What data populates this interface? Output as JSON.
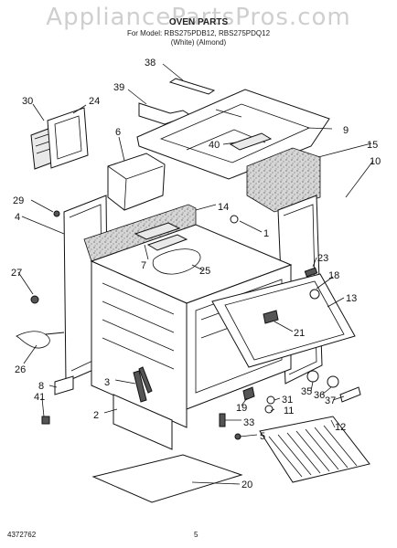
{
  "watermark": "AppliancePartsPros.com",
  "header": {
    "title": "OVEN PARTS",
    "models_line": "For Model: RBS275PDB12, RBS275PDQ12",
    "colors_line": "(White)    (Almond)"
  },
  "callouts": [
    {
      "id": "c1",
      "label": "1"
    },
    {
      "id": "c2",
      "label": "2"
    },
    {
      "id": "c3",
      "label": "3"
    },
    {
      "id": "c4",
      "label": "4"
    },
    {
      "id": "c5",
      "label": "5"
    },
    {
      "id": "c6",
      "label": "6"
    },
    {
      "id": "c7",
      "label": "7"
    },
    {
      "id": "c8",
      "label": "8"
    },
    {
      "id": "c9",
      "label": "9"
    },
    {
      "id": "c10",
      "label": "10"
    },
    {
      "id": "c11",
      "label": "11"
    },
    {
      "id": "c12",
      "label": "12"
    },
    {
      "id": "c13",
      "label": "13"
    },
    {
      "id": "c14",
      "label": "14"
    },
    {
      "id": "c15",
      "label": "15"
    },
    {
      "id": "c18",
      "label": "18"
    },
    {
      "id": "c19",
      "label": "19"
    },
    {
      "id": "c20",
      "label": "20"
    },
    {
      "id": "c21",
      "label": "21"
    },
    {
      "id": "c23",
      "label": "23"
    },
    {
      "id": "c24",
      "label": "24"
    },
    {
      "id": "c25",
      "label": "25"
    },
    {
      "id": "c26",
      "label": "26"
    },
    {
      "id": "c27",
      "label": "27"
    },
    {
      "id": "c29",
      "label": "29"
    },
    {
      "id": "c30",
      "label": "30"
    },
    {
      "id": "c31",
      "label": "31"
    },
    {
      "id": "c33",
      "label": "33"
    },
    {
      "id": "c35",
      "label": "35"
    },
    {
      "id": "c36",
      "label": "36"
    },
    {
      "id": "c37",
      "label": "37"
    },
    {
      "id": "c38",
      "label": "38"
    },
    {
      "id": "c39",
      "label": "39"
    },
    {
      "id": "c40",
      "label": "40"
    },
    {
      "id": "c41",
      "label": "41"
    }
  ],
  "footer": {
    "doc_number": "4372762",
    "page_number": "5"
  }
}
